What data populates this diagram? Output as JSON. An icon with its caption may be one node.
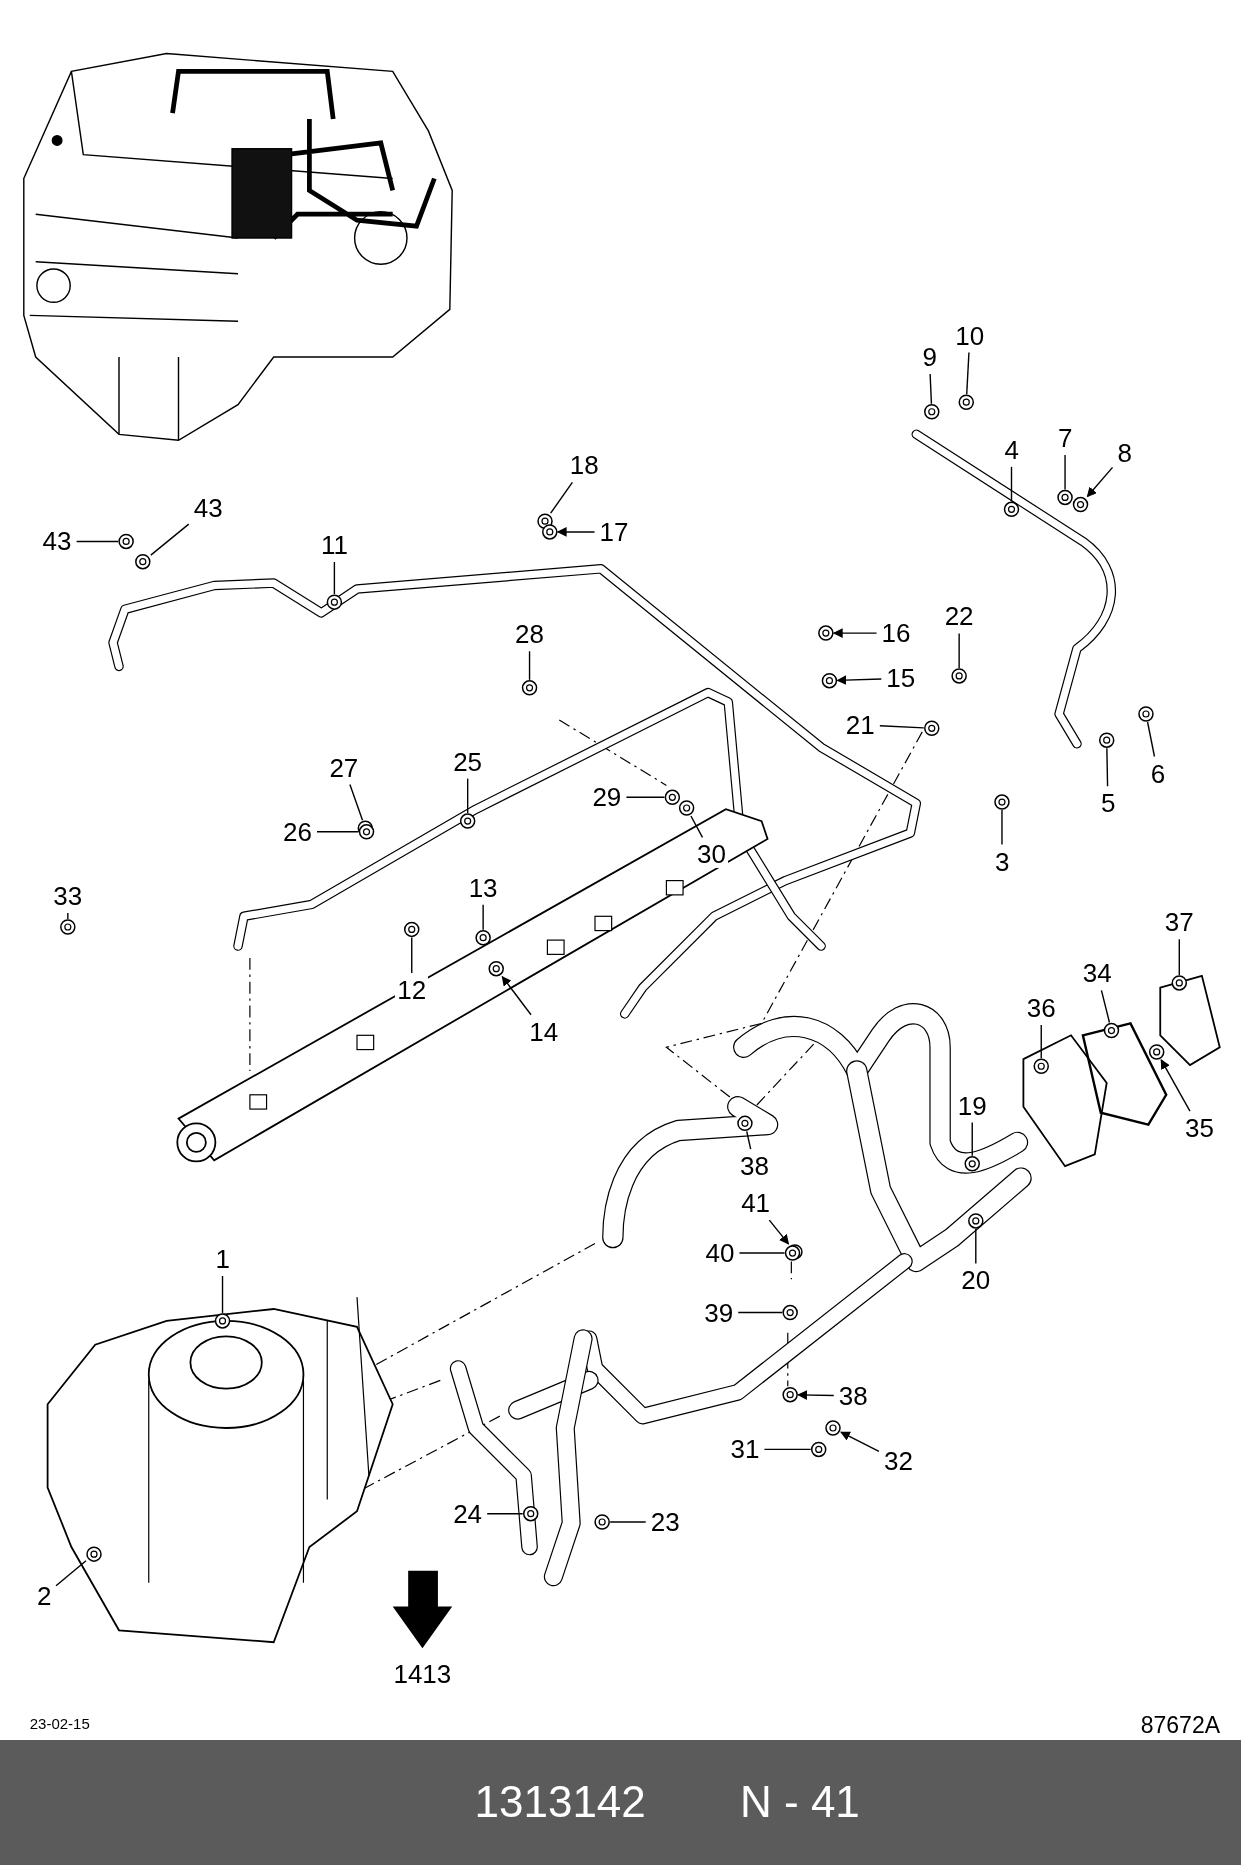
{
  "diagram": {
    "nodes": [
      {
        "text": [
          "10"
        ]
      },
      {
        "text": [
          "9"
        ]
      },
      {
        "text": [
          "4"
        ]
      },
      {
        "text": [
          "7"
        ]
      },
      {
        "text": [
          "8"
        ]
      },
      {
        "text": [
          "18"
        ]
      },
      {
        "text": [
          "43"
        ]
      },
      {
        "text": [
          "17"
        ]
      },
      {
        "text": [
          "43"
        ]
      },
      {
        "text": [
          "11"
        ]
      },
      {
        "text": [
          "22"
        ]
      },
      {
        "text": [
          "28"
        ]
      },
      {
        "text": [
          "16"
        ]
      },
      {
        "text": [
          "15"
        ]
      },
      {
        "text": [
          "21"
        ]
      },
      {
        "text": [
          "25"
        ]
      },
      {
        "text": [
          "27"
        ]
      },
      {
        "text": [
          "6"
        ]
      },
      {
        "text": [
          "29"
        ]
      },
      {
        "text": [
          "5"
        ]
      },
      {
        "text": [
          "26"
        ]
      },
      {
        "text": [
          "30"
        ]
      },
      {
        "text": [
          "3"
        ]
      },
      {
        "text": [
          "13"
        ]
      },
      {
        "text": [
          "33"
        ]
      },
      {
        "text": [
          "37"
        ]
      },
      {
        "text": [
          "34"
        ]
      },
      {
        "text": [
          "12"
        ]
      },
      {
        "text": [
          "36"
        ]
      },
      {
        "text": [
          "14"
        ]
      },
      {
        "text": [
          "19"
        ]
      },
      {
        "text": [
          "35"
        ]
      },
      {
        "text": [
          "38"
        ]
      },
      {
        "text": [
          "41"
        ]
      },
      {
        "text": [
          "40"
        ]
      },
      {
        "text": [
          "1"
        ]
      },
      {
        "text": [
          "20"
        ]
      },
      {
        "text": [
          "39"
        ]
      },
      {
        "text": [
          "38"
        ]
      },
      {
        "text": [
          "31"
        ]
      },
      {
        "text": [
          "32"
        ]
      },
      {
        "text": [
          "24"
        ]
      },
      {
        "text": [
          "23"
        ]
      },
      {
        "text": [
          "2"
        ]
      },
      {
        "text": [],
        "shape": "picture"
      },
      {
        "text": [],
        "shape": "picture"
      },
      {
        "text": [],
        "shape": "picture"
      },
      {
        "text": [],
        "shape": "picture"
      },
      {
        "text": [],
        "shape": "picture"
      },
      {
        "text": [],
        "shape": "picture"
      },
      {
        "text": [],
        "shape": "picture"
      },
      {
        "text": [],
        "shape": "picture"
      },
      {
        "text": [],
        "shape": "picture"
      },
      {
        "text": [],
        "shape": "picture"
      },
      {
        "text": [],
        "shape": "picture"
      },
      {
        "text": [],
        "shape": "picture"
      },
      {
        "text": [],
        "shape": "picture"
      },
      {
        "text": [],
        "shape": "picture"
      },
      {
        "text": [],
        "shape": "picture"
      },
      {
        "text": [],
        "shape": "picture"
      },
      {
        "text": [],
        "shape": "picture"
      },
      {
        "text": [],
        "shape": "picture"
      },
      {
        "text": [],
        "shape": "picture"
      },
      {
        "text": [],
        "shape": "picture"
      },
      {
        "text": [],
        "shape": "picture"
      },
      {
        "text": [],
        "shape": "picture"
      },
      {
        "text": [],
        "shape": "picture"
      },
      {
        "text": [],
        "shape": "picture"
      },
      {
        "text": [],
        "shape": "picture"
      },
      {
        "text": [],
        "shape": "picture"
      },
      {
        "text": [],
        "shape": "picture"
      },
      {
        "text": [],
        "shape": "picture"
      },
      {
        "text": [],
        "shape": "picture"
      },
      {
        "text": [],
        "shape": "picture"
      },
      {
        "text": [],
        "shape": "picture"
      },
      {
        "text": [],
        "shape": "picture"
      },
      {
        "text": [],
        "shape": "picture"
      },
      {
        "text": [],
        "shape": "picture"
      },
      {
        "text": [],
        "shape": "picture"
      },
      {
        "text": [],
        "shape": "picture"
      },
      {
        "text": [],
        "shape": "picture"
      },
      {
        "text": [],
        "shape": "picture"
      },
      {
        "text": [],
        "shape": "picture"
      },
      {
        "text": [],
        "shape": "picture"
      },
      {
        "text": [],
        "shape": "picture"
      },
      {
        "text": [],
        "shape": "picture"
      },
      {
        "text": [],
        "shape": "picture"
      },
      {
        "text": [],
        "shape": "picture"
      }
    ],
    "edges": [
      {
        "from": 0,
        "to": 44,
        "arrow": "none"
      },
      {
        "from": 1,
        "to": 45,
        "arrow": "none"
      },
      {
        "from": 2,
        "to": 46,
        "arrow": "none"
      },
      {
        "from": 3,
        "to": 47,
        "arrow": "none"
      },
      {
        "from": 4,
        "to": 48,
        "arrow": "to"
      },
      {
        "from": 5,
        "to": 49,
        "arrow": "none"
      },
      {
        "from": 6,
        "to": 50,
        "arrow": "none"
      },
      {
        "from": 7,
        "to": 51,
        "arrow": "to"
      },
      {
        "from": 8,
        "to": 52,
        "arrow": "none"
      },
      {
        "from": 9,
        "to": 53,
        "arrow": "none"
      },
      {
        "from": 10,
        "to": 54,
        "arrow": "none"
      },
      {
        "from": 11,
        "to": 55,
        "arrow": "none"
      },
      {
        "from": 12,
        "to": 56,
        "arrow": "to"
      },
      {
        "from": 13,
        "to": 57,
        "arrow": "to"
      },
      {
        "from": 14,
        "to": 58,
        "arrow": "none"
      },
      {
        "from": 15,
        "to": 59,
        "arrow": "none"
      },
      {
        "from": 16,
        "to": 60,
        "arrow": "none"
      },
      {
        "from": 17,
        "to": 61,
        "arrow": "none"
      },
      {
        "from": 18,
        "to": 62,
        "arrow": "none"
      },
      {
        "from": 19,
        "to": 63,
        "arrow": "none"
      },
      {
        "from": 20,
        "to": 64,
        "arrow": "none"
      },
      {
        "from": 21,
        "to": 65,
        "arrow": "none"
      },
      {
        "from": 22,
        "to": 66,
        "arrow": "none"
      },
      {
        "from": 23,
        "to": 67,
        "arrow": "none"
      },
      {
        "from": 24,
        "to": 68,
        "arrow": "none"
      },
      {
        "from": 25,
        "to": 69,
        "arrow": "none"
      },
      {
        "from": 26,
        "to": 70,
        "arrow": "none"
      },
      {
        "from": 27,
        "to": 71,
        "arrow": "none"
      },
      {
        "from": 28,
        "to": 72,
        "arrow": "none"
      },
      {
        "from": 29,
        "to": 73,
        "arrow": "to"
      },
      {
        "from": 30,
        "to": 74,
        "arrow": "none"
      },
      {
        "from": 31,
        "to": 75,
        "arrow": "to"
      },
      {
        "from": 32,
        "to": 76,
        "arrow": "none"
      },
      {
        "from": 33,
        "to": 77,
        "arrow": "to"
      },
      {
        "from": 34,
        "to": 78,
        "arrow": "none"
      },
      {
        "from": 35,
        "to": 79,
        "arrow": "none"
      },
      {
        "from": 36,
        "to": 80,
        "arrow": "none"
      },
      {
        "from": 37,
        "to": 81,
        "arrow": "none"
      },
      {
        "from": 38,
        "to": 82,
        "arrow": "to"
      },
      {
        "from": 39,
        "to": 83,
        "arrow": "none"
      },
      {
        "from": 40,
        "to": 84,
        "arrow": "to"
      },
      {
        "from": 41,
        "to": 85,
        "arrow": "none"
      },
      {
        "from": 42,
        "to": 86,
        "arrow": "none"
      },
      {
        "from": 43,
        "to": 87,
        "arrow": "none"
      }
    ],
    "labels": [
      "1413",
      "23-02-15",
      "87672A",
      "1313142",
      "N - 41"
    ]
  }
}
